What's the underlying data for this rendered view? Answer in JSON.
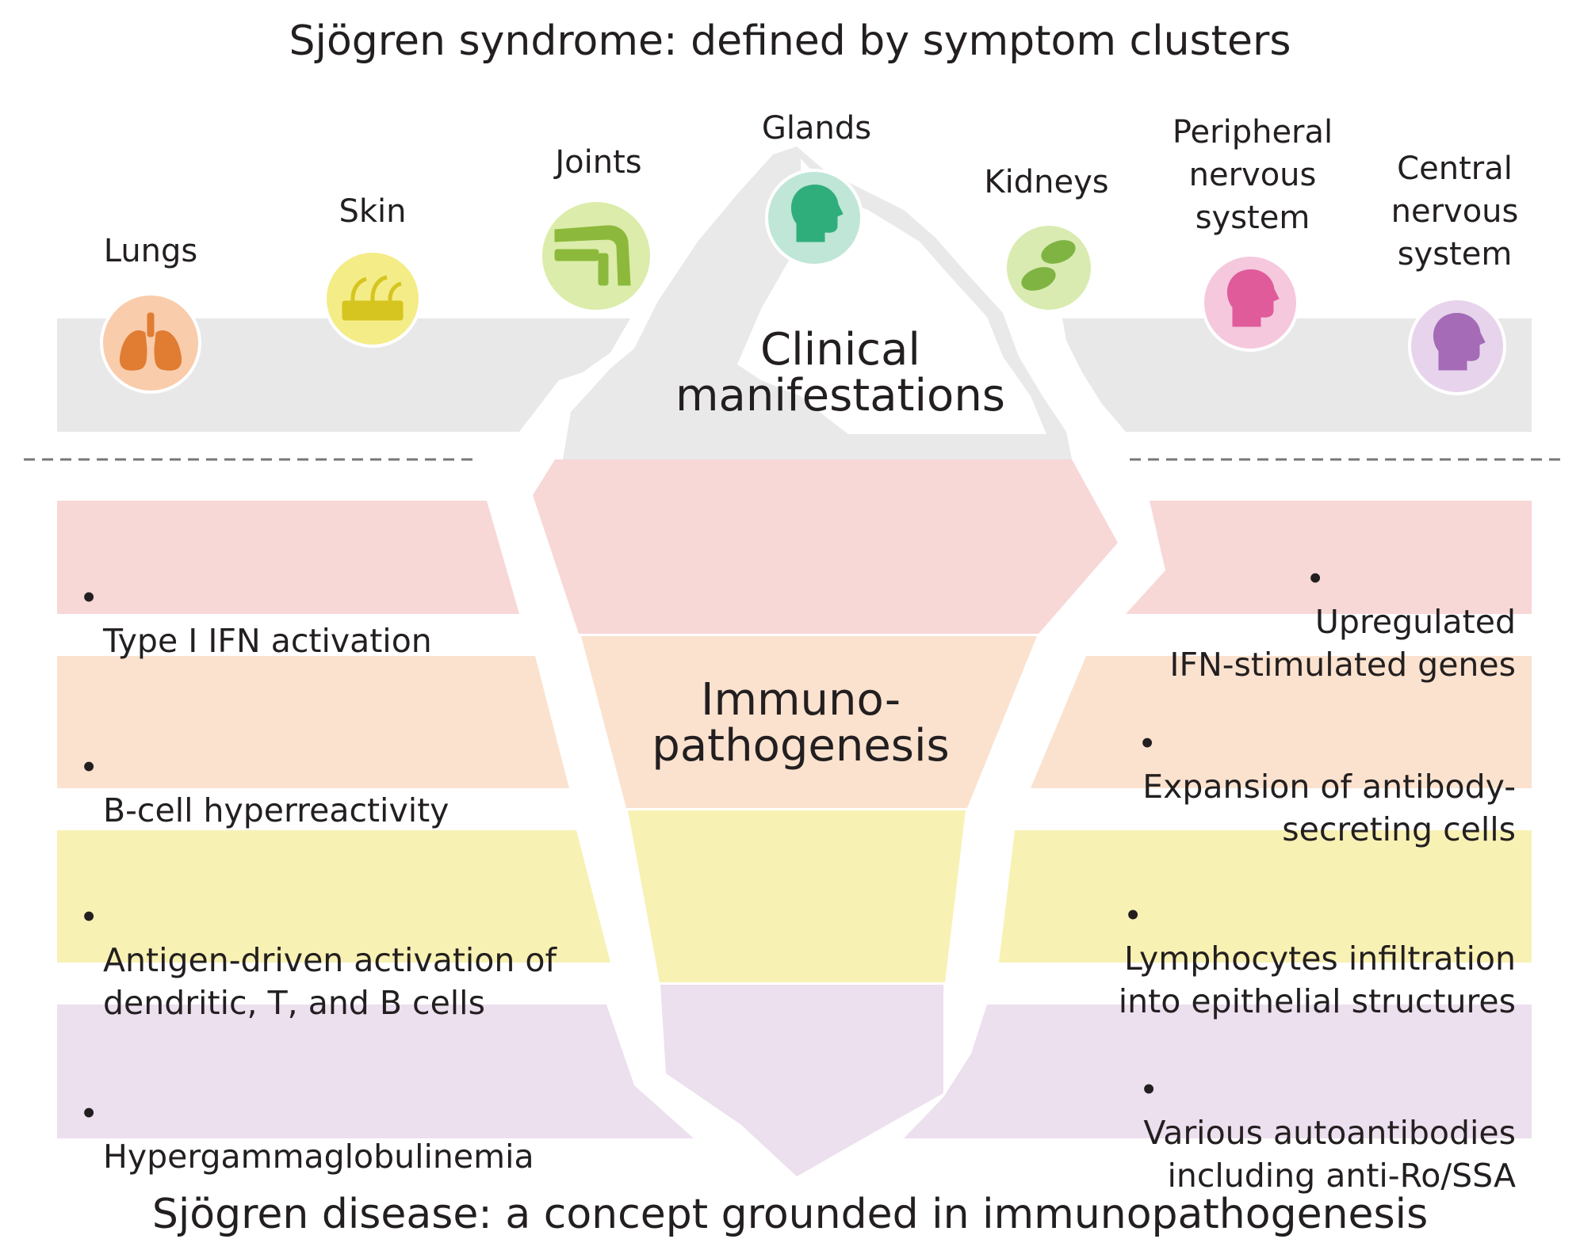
{
  "top_title": "Sjögren syndrome: defined by symptom clusters",
  "bottom_title": "Sjögren disease: a concept grounded in immunopathogenesis",
  "organs": {
    "lungs": {
      "label": "Lungs",
      "color": "#f9ccab",
      "icon": "lungs-icon"
    },
    "skin": {
      "label": "Skin",
      "color": "#f4ec86",
      "icon": "skin-icon"
    },
    "joints": {
      "label": "Joints",
      "color": "#dcecaa",
      "icon": "joint-icon"
    },
    "glands": {
      "label": "Glands",
      "color": "#bfe6d6",
      "icon": "head-gland-icon"
    },
    "kidneys": {
      "label": "Kidneys",
      "color": "#d9ebb0",
      "icon": "kidney-icon"
    },
    "pns": {
      "label": "Peripheral\nnervous\nsystem",
      "color": "#f5c8de",
      "icon": "head-nerve-icon"
    },
    "cns": {
      "label": "Central\nnervous\nsystem",
      "color": "#e7d4ec",
      "icon": "head-brain-icon"
    }
  },
  "iceberg": {
    "clinical_label": "Clinical\nmanifestations",
    "immuno_label": "Immuno-\npathogenesis"
  },
  "bands": {
    "ifn": {
      "left": "Type I IFN activation",
      "right": "Upregulated\nIFN-stimulated genes",
      "color": "#f8d7d7"
    },
    "bcell": {
      "left": "B-cell hyperreactivity",
      "right": "Expansion of antibody-\nsecreting cells",
      "color": "#fbe2cf"
    },
    "antigen": {
      "left": "Antigen-driven activation of\ndendritic, T, and B cells",
      "right": "Lymphocytes infiltration\ninto epithelial structures",
      "color": "#f8f1b4"
    },
    "autoab": {
      "left": "Hypergammaglobulinemia",
      "right": "Various autoantibodies\nincluding anti-Ro/SSA",
      "color": "#ecdfee"
    }
  },
  "colors": {
    "water": "#e8e8e8",
    "tip": "#e9e9e9",
    "tip_highlight": "#ffffff",
    "dash": "#777777",
    "icon_lungs": "#e07d33",
    "icon_skin": "#d6c520",
    "icon_joints": "#8cb93b",
    "icon_glands": "#2fae7b",
    "icon_kidneys": "#7fb443",
    "icon_pns": "#e05b9a",
    "icon_cns": "#a56bb6"
  }
}
